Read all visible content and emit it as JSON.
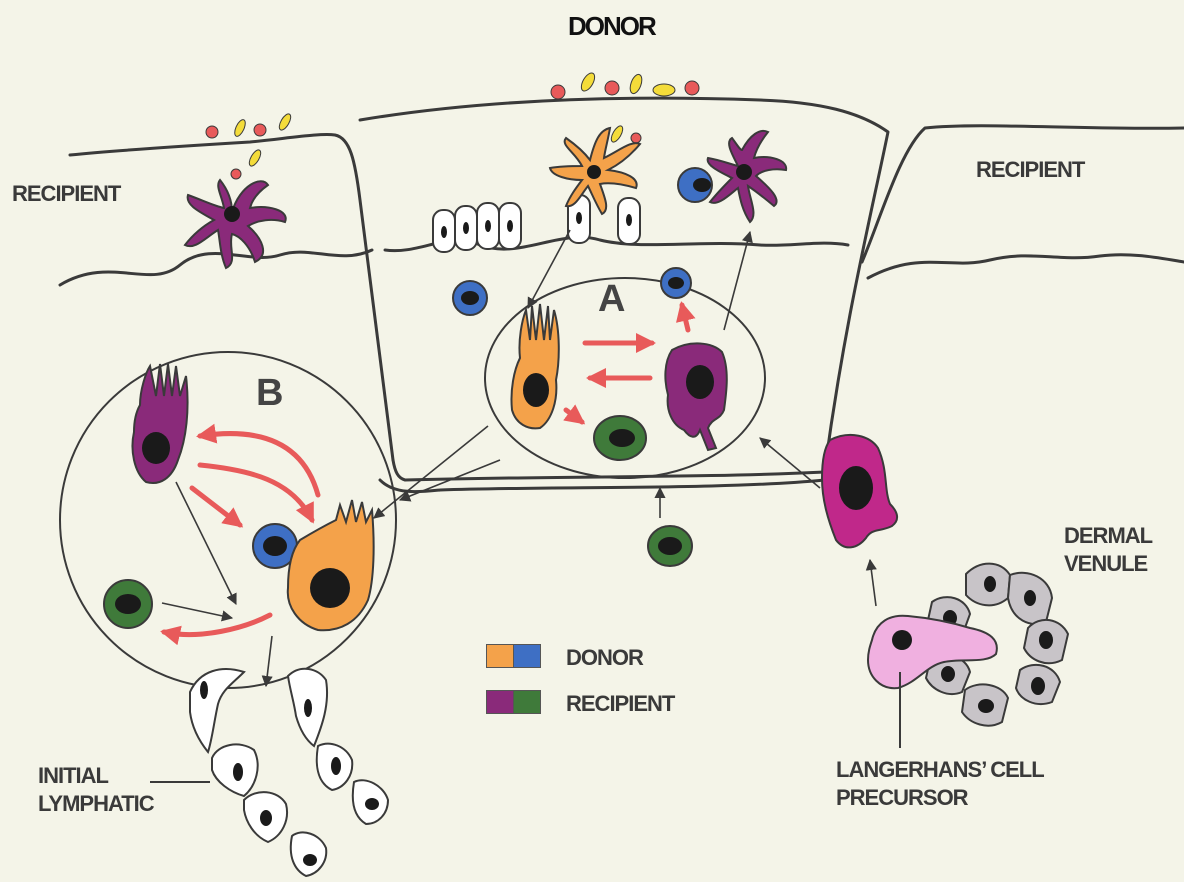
{
  "labels": {
    "donor_title": "DONOR",
    "recipient_left": "RECIPIENT",
    "recipient_right": "RECIPIENT",
    "region_a": "A",
    "region_b": "B",
    "dermal_venule": "DERMAL\nVENULE",
    "initial_lymphatic": "INITIAL\nLYMPHATIC",
    "lc_precursor": "LANGERHANS’ CELL\nPRECURSOR"
  },
  "legend": [
    {
      "label": "DONOR",
      "colors": [
        "#f4a24a",
        "#3e6fc4"
      ]
    },
    {
      "label": "RECIPIENT",
      "colors": [
        "#8a2a7a",
        "#3f7a3a"
      ]
    }
  ],
  "colors": {
    "background": "#f4f4e8",
    "outline": "#3a3a3a",
    "donor_dendritic": "#f4a24a",
    "donor_lymphocyte": "#3e6fc4",
    "recipient_dendritic": "#8a2a7a",
    "recipient_lymphocyte": "#3f7a3a",
    "precursor_magenta": "#c0288a",
    "precursor_pink": "#f0b0e0",
    "venule_endothelium": "#c8c4c8",
    "interaction_arrow": "#e85a5a",
    "surface_red": "#e85a5a",
    "surface_yellow": "#f4dc3a"
  }
}
